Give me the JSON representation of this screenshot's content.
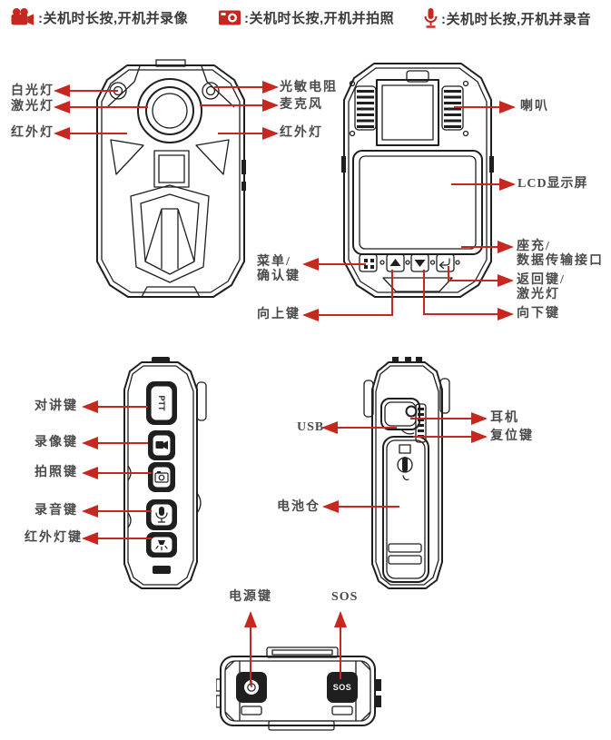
{
  "colors": {
    "accent": "#c6271e",
    "label_text": "#4a4a4a",
    "header_text": "#3a3a3a",
    "line": "#1f1f1f"
  },
  "header": {
    "items": [
      {
        "icon": "video-camera-icon",
        "text": ":关机时长按,开机并录像"
      },
      {
        "icon": "photo-camera-icon",
        "text": ":关机时长按,开机并拍照"
      },
      {
        "icon": "microphone-icon",
        "text": ":关机时长按,开机并录音"
      }
    ]
  },
  "front_view": {
    "white_light": "白光灯",
    "laser_light": "激光灯",
    "ir_left": "红外灯",
    "photoresistor": "光敏电阻",
    "microphone": "麦克风",
    "ir_right": "红外灯"
  },
  "back_view": {
    "speaker": "喇叭",
    "lcd": "LCD显示屏",
    "menu_line1": "菜单/",
    "menu_line2": "确认键",
    "up_key": "向上键",
    "dock_line1": "座充/",
    "dock_line2": "数据传输接口",
    "return_line1": "返回键/",
    "return_line2": "激光灯",
    "down_key": "向下键"
  },
  "left_side_view": {
    "ptt_key": "对讲键",
    "record_key": "录像键",
    "photo_key": "拍照键",
    "audio_key": "录音键",
    "ir_key": "红外灯键",
    "ptt_button_text": "PTT"
  },
  "right_side_view": {
    "usb": "USB",
    "earphone": "耳机",
    "reset_key": "复位键",
    "battery": "电池仓"
  },
  "bottom_view": {
    "power_key": "电源键",
    "sos": "SOS",
    "sos_button_text": "SOS"
  }
}
